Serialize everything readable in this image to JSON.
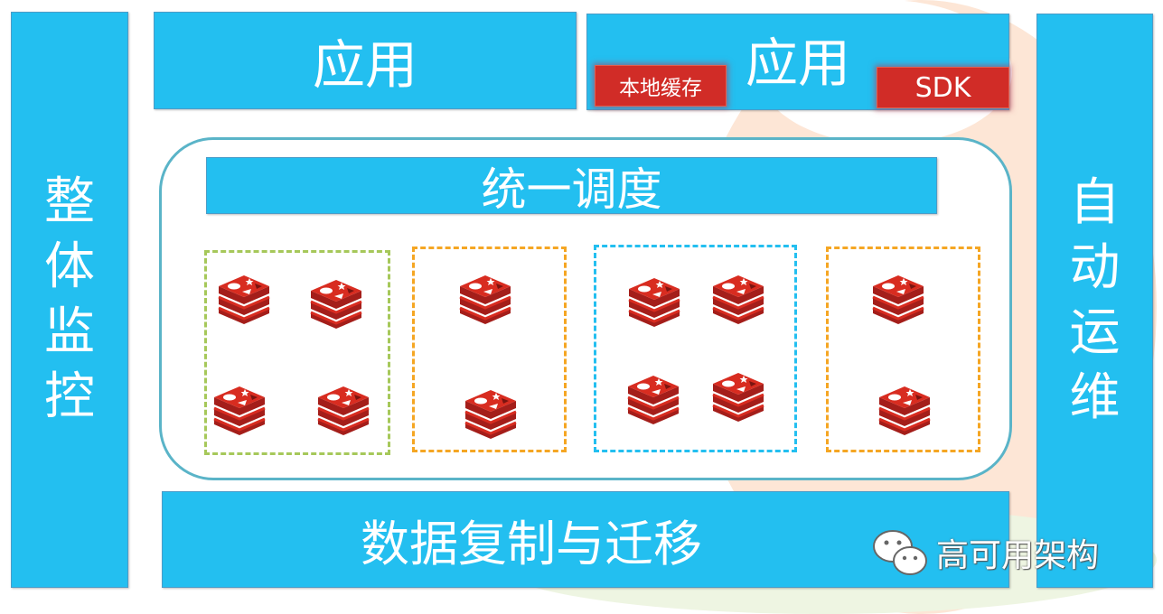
{
  "left_panel": {
    "label": [
      "整",
      "体",
      "监",
      "控"
    ]
  },
  "right_panel": {
    "label": [
      "自",
      "动",
      "运",
      "维"
    ]
  },
  "app_left": {
    "label": "应用"
  },
  "app_right": {
    "label": "应用",
    "local_cache": "本地缓存",
    "sdk": "SDK"
  },
  "scheduler": {
    "label": "统一调度"
  },
  "groups": [
    {
      "color": "#a6c85a",
      "nodes": 4
    },
    {
      "color": "#f5a623",
      "nodes": 2
    },
    {
      "color": "#23bff0",
      "nodes": 4
    },
    {
      "color": "#f5a623",
      "nodes": 2
    }
  ],
  "node_icon": "redis-icon",
  "bottom": {
    "label": "数据复制与迁移"
  },
  "watermark": {
    "icon": "wechat-icon",
    "text": "高可用架构"
  },
  "colors": {
    "panel": "#23bff0",
    "accent_red": "#d12c27",
    "container_border": "#5ab4c8"
  }
}
